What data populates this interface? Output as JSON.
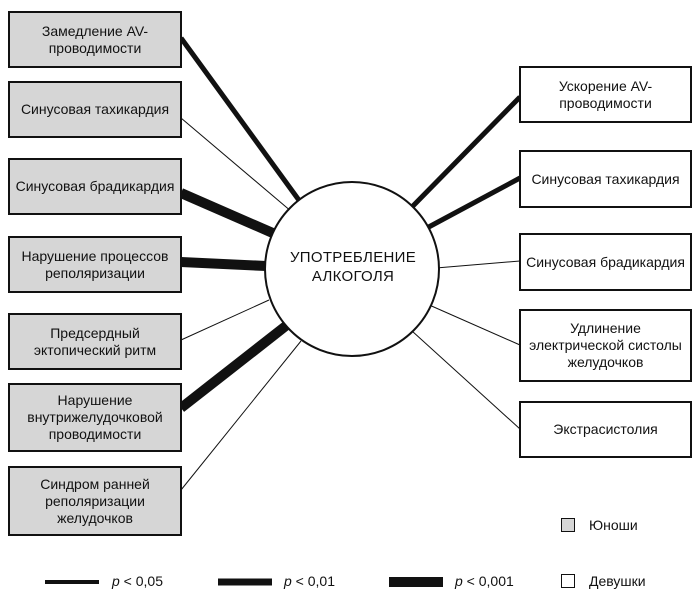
{
  "center_label": "УПОТРЕБЛЕНИЕ АЛКОГОЛЯ",
  "left_nodes": [
    {
      "label": "Замедление AV-проводимости",
      "significance": "p < 0,05"
    },
    {
      "label": "Синусовая тахикардия",
      "significance": "none"
    },
    {
      "label": "Синусовая брадикардия",
      "significance": "p < 0,001"
    },
    {
      "label": "Нарушение процессов реполяризации",
      "significance": "p < 0,001"
    },
    {
      "label": "Предсердный эктопический ритм",
      "significance": "none"
    },
    {
      "label": "Нарушение внутрижелудочковой проводимости",
      "significance": "p < 0,001"
    },
    {
      "label": "Синдром ранней реполяризации желудочков",
      "significance": "none"
    }
  ],
  "right_nodes": [
    {
      "label": "Ускорение AV-проводимости",
      "significance": "p < 0,05"
    },
    {
      "label": "Синусовая тахикардия",
      "significance": "p < 0,05"
    },
    {
      "label": "Синусовая брадикардия",
      "significance": "none"
    },
    {
      "label": "Удлинение электрической систолы желудочков",
      "significance": "none"
    },
    {
      "label": "Экстрасистолия",
      "significance": "none"
    }
  ],
  "legend": {
    "lines": [
      {
        "p": "p",
        "rest": " < 0,05"
      },
      {
        "p": "p",
        "rest": " < 0,01"
      },
      {
        "p": "p",
        "rest": " < 0,001"
      }
    ],
    "groups": [
      {
        "label": "Юноши",
        "color": "#d6d6d6"
      },
      {
        "label": "Девушки",
        "color": "#ffffff"
      }
    ]
  }
}
